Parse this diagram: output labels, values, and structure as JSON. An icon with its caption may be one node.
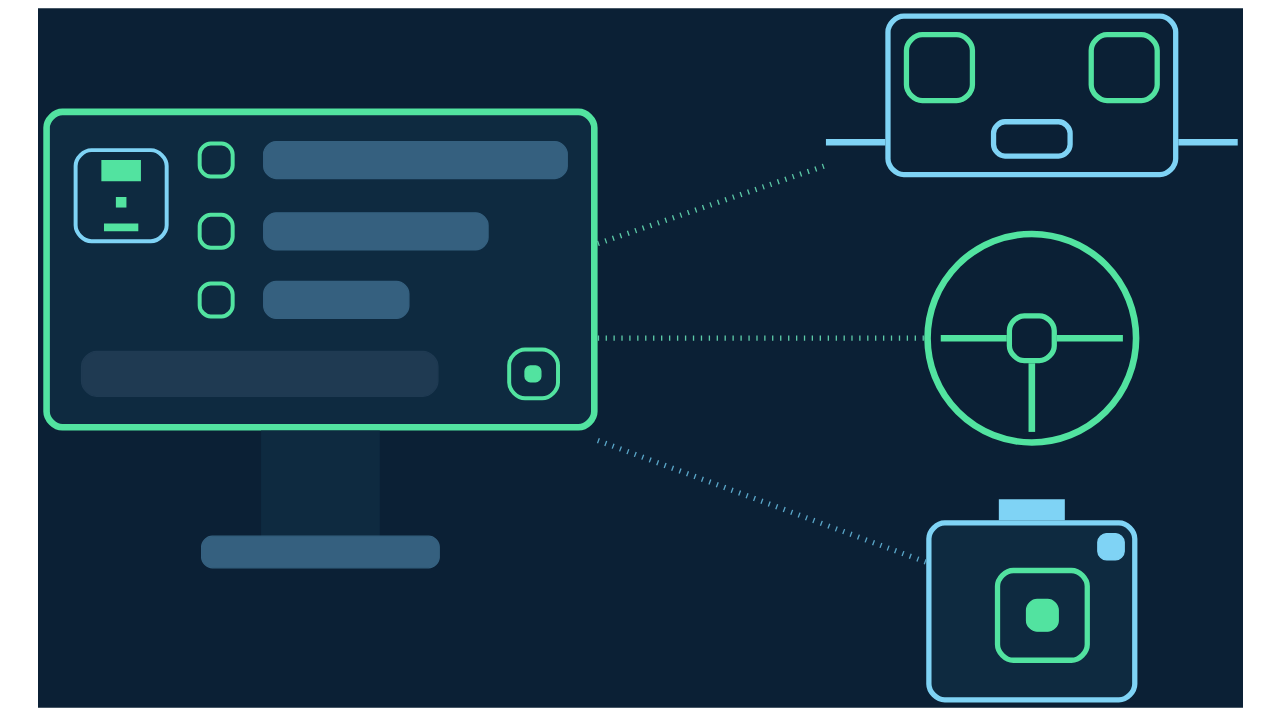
{
  "diagram": {
    "nodes": [
      {
        "text": [],
        "shape": "picture"
      },
      {
        "text": [],
        "shape": "picture"
      },
      {
        "text": [],
        "shape": "picture"
      },
      {
        "text": [],
        "shape": "picture"
      }
    ],
    "edges": [
      {
        "from": 0,
        "to": 1,
        "arrow": "none",
        "style": "dashed"
      },
      {
        "from": 0,
        "to": 2,
        "arrow": "none",
        "style": "dashed"
      },
      {
        "from": 0,
        "to": 3,
        "arrow": "none",
        "style": "dashed",
        "color": "#5aa6c8"
      }
    ]
  }
}
